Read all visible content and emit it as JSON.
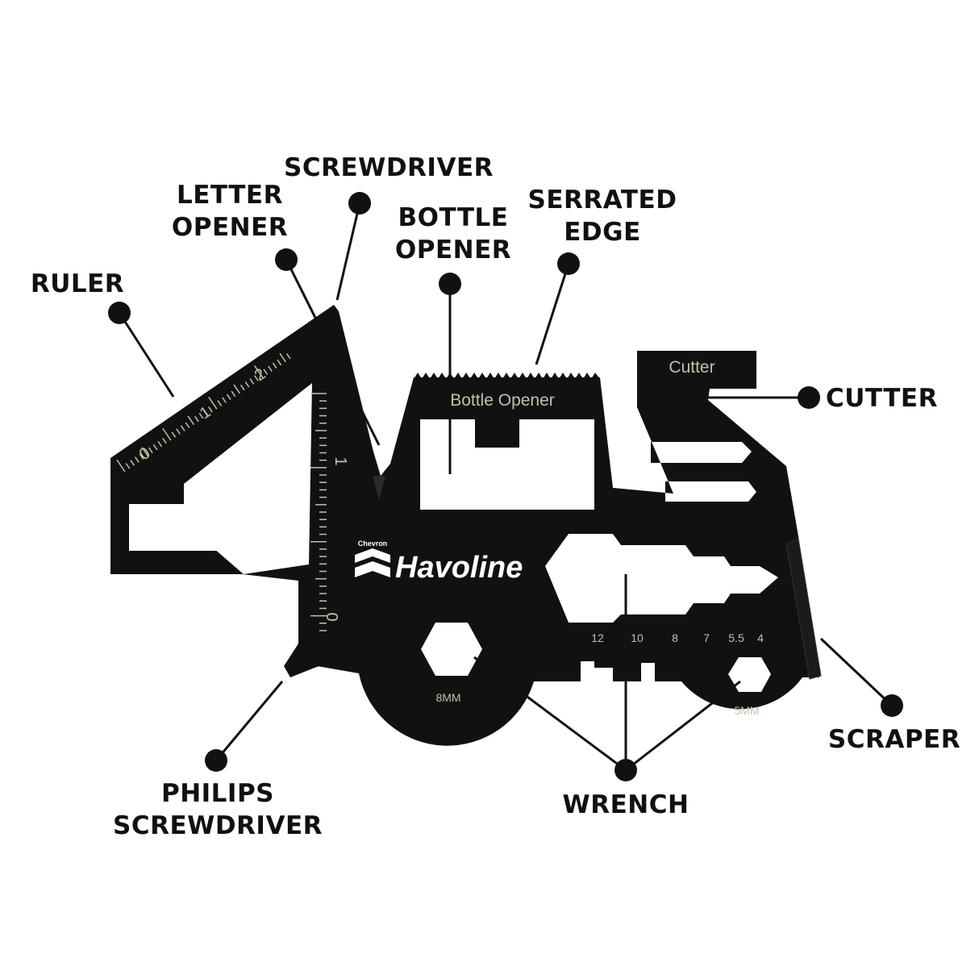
{
  "colors": {
    "tool_body": "#111111",
    "engraving": "#c9bfa6",
    "callout": "#111111",
    "logo_text": "#ffffff"
  },
  "logo": {
    "brand_small": "Chevron",
    "brand": "Havoline",
    "mark": "chevron-logo-icon"
  },
  "engravings": {
    "bottle_opener": "Bottle Opener",
    "cutter": "Cutter",
    "hex_large": "8MM",
    "hex_small": "5MM",
    "wrench_sizes": [
      "12",
      "10",
      "8",
      "7",
      "5.5",
      "4"
    ],
    "ruler_diagonal": [
      "0",
      "1",
      "2"
    ],
    "ruler_vertical": [
      "1",
      "0"
    ]
  },
  "callouts": {
    "ruler": [
      "RULER"
    ],
    "letter_opener": [
      "LETTER",
      "OPENER"
    ],
    "screwdriver": [
      "SCREWDRIVER"
    ],
    "bottle_opener": [
      "BOTTLE",
      "OPENER"
    ],
    "serrated_edge": [
      "SERRATED",
      "EDGE"
    ],
    "cutter": [
      "CUTTER"
    ],
    "scraper": [
      "SCRAPER"
    ],
    "wrench": [
      "WRENCH"
    ],
    "philips_screwdriver": [
      "PHILIPS",
      "SCREWDRIVER"
    ]
  }
}
